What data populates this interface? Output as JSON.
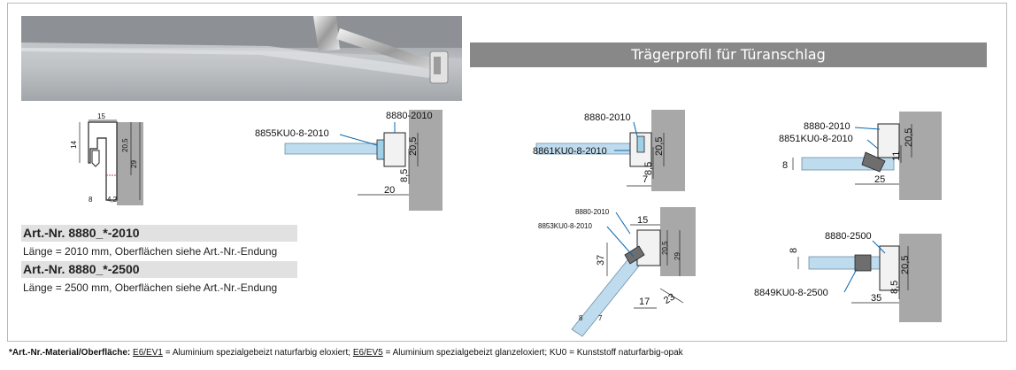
{
  "header": {
    "title": "Trägerprofil für Türanschlag"
  },
  "spec": {
    "art1": "Art.-Nr. 8880_*-2010",
    "len1": "Länge = 2010 mm, Oberflächen siehe Art.-Nr.-Endung",
    "art2": "Art.-Nr. 8880_*-2500",
    "len2": "Länge = 2500 mm, Oberflächen siehe Art.-Nr.-Endung"
  },
  "profile": {
    "d15": "15",
    "d14": "14",
    "d20_5": "20,5",
    "d29": "29",
    "d8": "8",
    "d4_2": "4,2"
  },
  "d1": {
    "part1": "8880-2010",
    "part2": "8855KU0-8-2010",
    "d20_5": "20,5",
    "d8_5": "8,5",
    "d20": "20"
  },
  "d2": {
    "part1": "8880-2010",
    "part2": "8861KU0-8-2010",
    "d20_5": "20,5",
    "d8_5": "8,5",
    "d7": "7"
  },
  "d3": {
    "part1": "8880-2010",
    "part2": "8851KU0-8-2010",
    "d20_5": "20,5",
    "d11": "11",
    "d8": "8",
    "d25": "25"
  },
  "d4": {
    "part1": "8880-2010",
    "part2": "8853KU0-8-2010",
    "d15": "15",
    "d20_5": "20,5",
    "d29": "29",
    "d37": "37",
    "d8": "8",
    "d7": "7",
    "d17": "17",
    "d23": "23"
  },
  "d5": {
    "part1": "8880-2500",
    "part2": "8849KU0-8-2500",
    "d8": "8",
    "d20_5": "20,5",
    "d8_5": "8,5",
    "d35": "35"
  },
  "footnote": {
    "prefix": "*Art.-Nr.-Material/Oberfläche: ",
    "c1": "E6/EV1",
    "t1": " = Aluminium spezialgebeizt naturfarbig eloxiert; ",
    "c2": "E6/EV5",
    "t2": " = Aluminium spezialgebeizt glanzeloxiert; KU0 = Kunststoff naturfarbig-opak"
  }
}
